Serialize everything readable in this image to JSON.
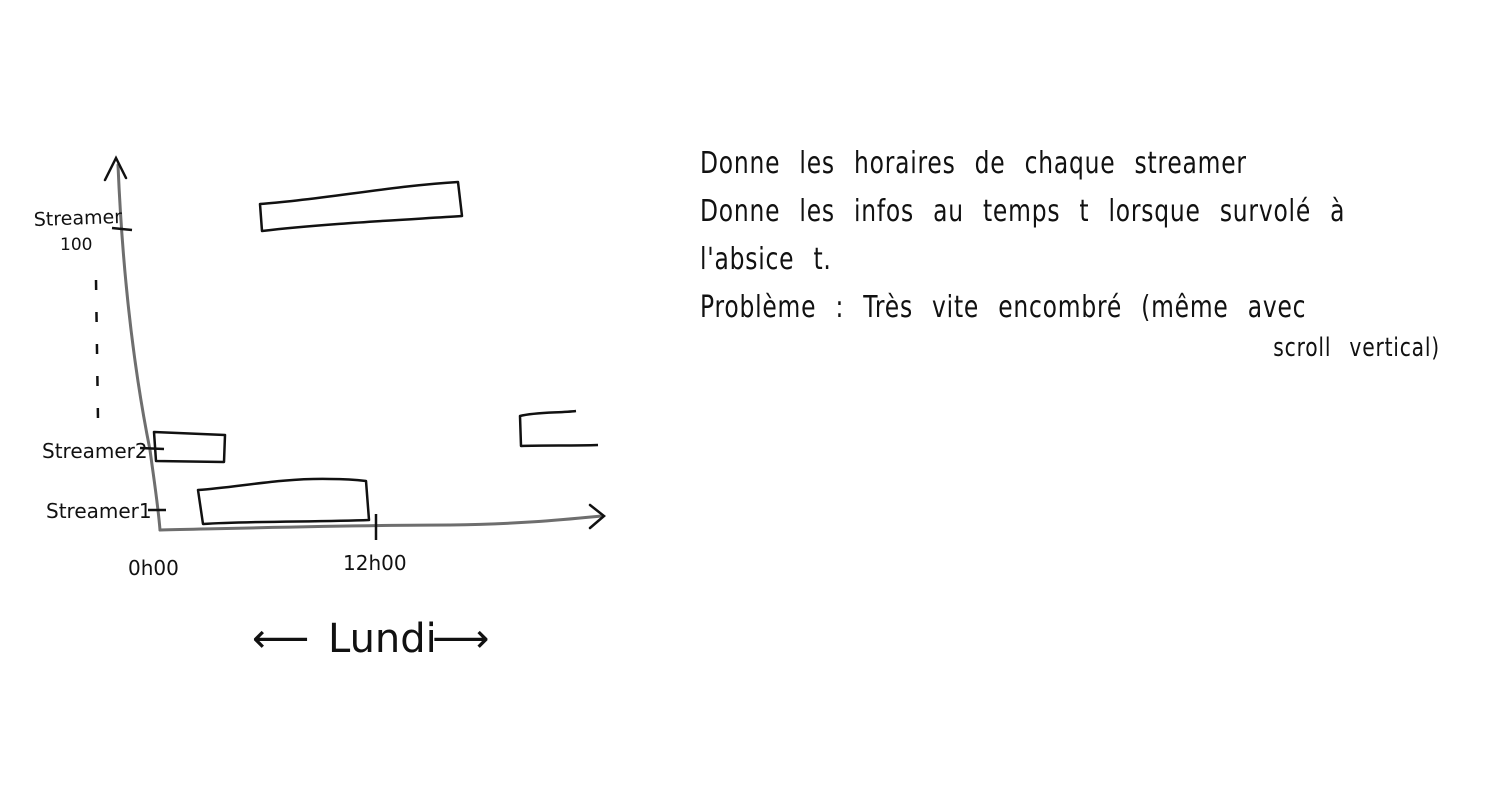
{
  "diagram": {
    "y_axis_labels": {
      "top_line1": "Streamer",
      "top_line2": "100",
      "streamer2": "Streamer2",
      "streamer1": "Streamer1"
    },
    "x_axis_ticks": [
      "0h00",
      "12h00"
    ],
    "day_label": "Lundi",
    "arrow_left": "⟵",
    "arrow_right": "⟶"
  },
  "notes": {
    "lines": [
      "Donne les horaires de chaque streamer",
      "Donne les infos au temps t lorsque survolé à",
      "l'absice t.",
      "Problème : Très vite encombré (même avec",
      "scroll vertical)"
    ]
  },
  "colors": {
    "ink": "#111111",
    "axis": "#6e6e6e",
    "paper": "#ffffff"
  }
}
